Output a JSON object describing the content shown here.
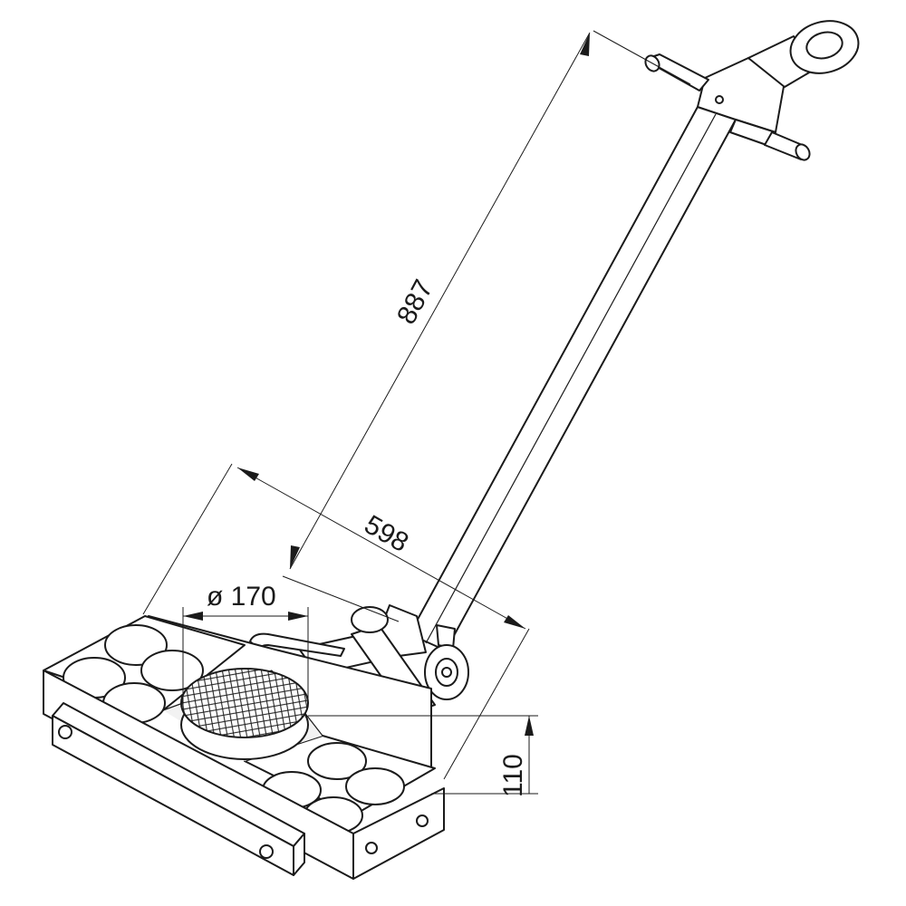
{
  "dimensions": {
    "handle_length": "887",
    "width": "598",
    "turntable_diameter": "ø 170",
    "height": "110"
  },
  "colors": {
    "line": "#1a1a1a",
    "background": "#ffffff"
  }
}
